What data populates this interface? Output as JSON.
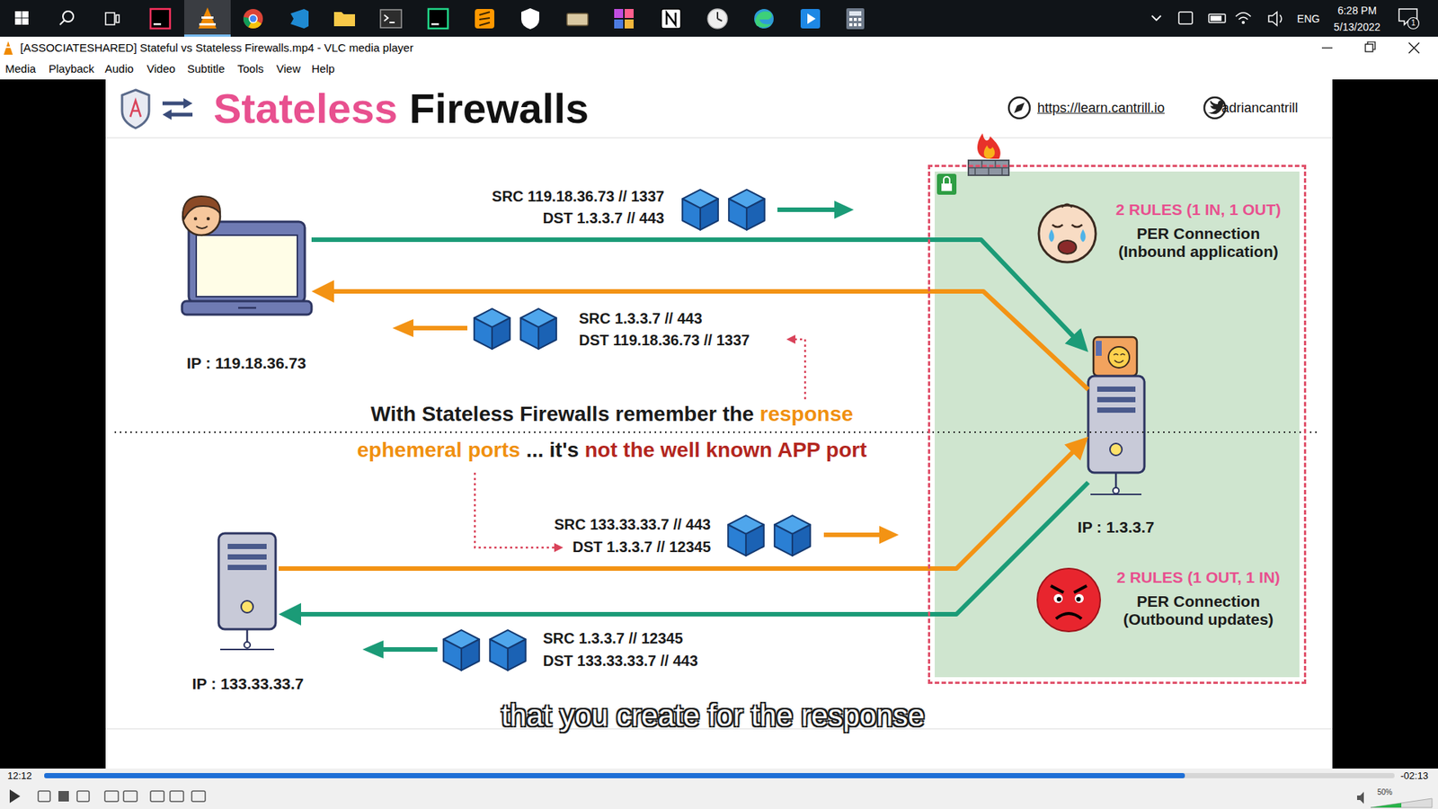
{
  "diagram": {
    "title": "Stateless Firewalls",
    "nodes": [
      {
        "text": [
          "2 RULES (1 IN, 1 OUT)",
          "PER Connection (Inbound application)",
          "2 RULES (1 OUT, 1 IN)",
          "PER Connection (Outbound updates)"
        ]
      },
      {
        "text": [
          "IP : 119.18.36.73"
        ]
      },
      {
        "text": [
          "IP : 1.3.3.7"
        ],
        "in": 0
      },
      {
        "text": [
          "IP : 133.33.33.7"
        ]
      }
    ],
    "edges": [
      {
        "from": 1,
        "to": 2,
        "arrow": "to"
      },
      {
        "from": 2,
        "to": 1,
        "arrow": "to"
      },
      {
        "from": 3,
        "to": 2,
        "arrow": "to"
      },
      {
        "from": 2,
        "to": 3,
        "arrow": "to"
      }
    ],
    "labels": [
      "ENG",
      "6:28 PM",
      "5/13/2022",
      "1",
      "[ASSOCIATESHARED] Stateful vs Stateless Firewalls.mp4 - VLC media player",
      "Media",
      "Playback",
      "Audio",
      "Video",
      "Subtitle",
      "Tools",
      "View",
      "Help",
      "https://learn.cantrill.io",
      "adriancantrill",
      "SRC 119.18.36.73 // 1337",
      "DST 1.3.3.7 // 443",
      "SRC 1.3.3.7 // 443",
      "DST 119.18.36.73 // 1337",
      "With Stateless Firewalls remember the",
      "response",
      "ephemeral ports",
      "... it's",
      "not the well known APP port",
      "SRC 133.33.33.7 // 443",
      "DST 1.3.3.7 // 12345",
      "SRC 1.3.3.7 // 12345",
      "DST 133.33.33.7 // 443",
      "that you create for the response",
      "12:12",
      "-02:13",
      "50%"
    ]
  }
}
